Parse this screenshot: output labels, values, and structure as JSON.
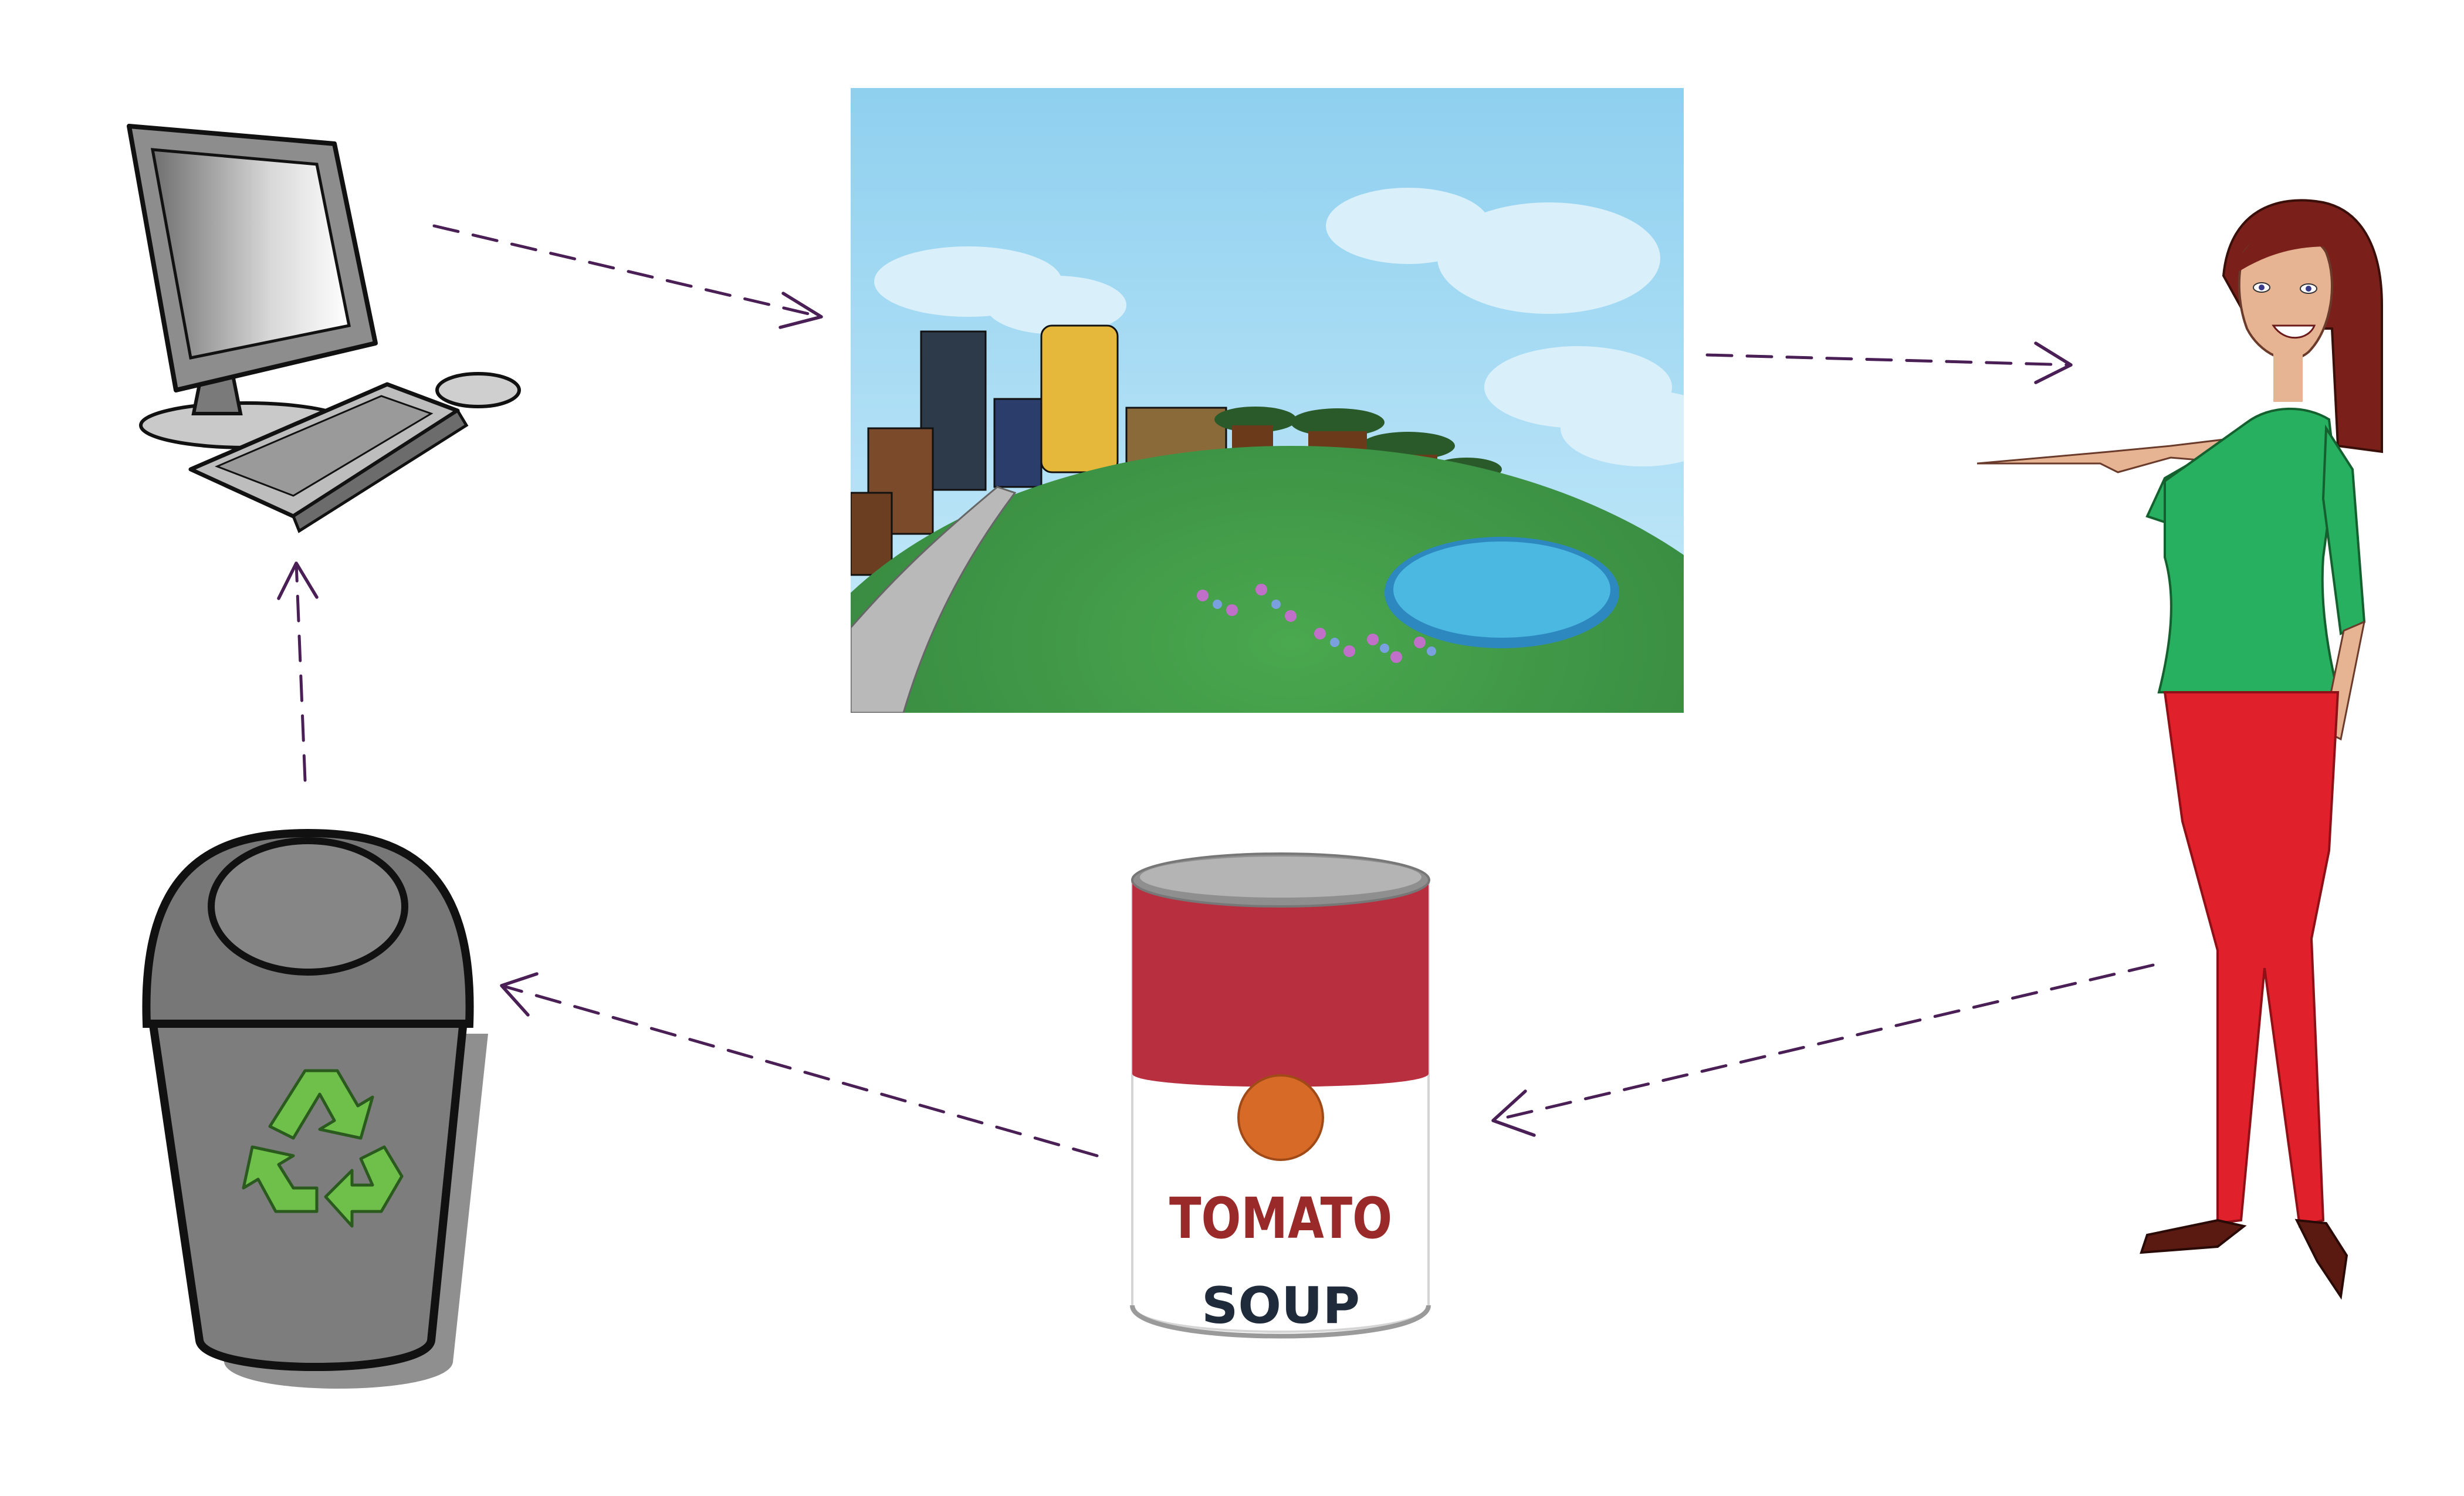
{
  "diagram": {
    "nodes": [
      {
        "id": "computer",
        "icon": "desktop-computer-icon"
      },
      {
        "id": "landscape",
        "icon": "city-landscape-picture"
      },
      {
        "id": "woman",
        "icon": "woman-presenting-figure"
      },
      {
        "id": "soup-can",
        "icon": "tomato-soup-can-icon"
      },
      {
        "id": "trash-can",
        "icon": "recycle-bin-icon"
      }
    ],
    "edges": [
      {
        "from": "computer",
        "to": "landscape"
      },
      {
        "from": "landscape",
        "to": "woman"
      },
      {
        "from": "woman",
        "to": "soup-can"
      },
      {
        "from": "soup-can",
        "to": "trash-can"
      },
      {
        "from": "trash-can",
        "to": "computer"
      }
    ]
  },
  "soup_can": {
    "line1": "TOMATO",
    "line2": "SOUP"
  },
  "colors": {
    "arrow": "#4a1f55",
    "can_red": "#b83040",
    "can_seal": "#d86a28",
    "tomato_text": "#9a2a2a",
    "soup_text": "#1f2a3a",
    "shirt": "#27b060",
    "pants": "#e0202a",
    "hair": "#7a1f1a",
    "recycle": "#6ec04a",
    "sky": "#a9dcf2",
    "grass": "#3f9a48",
    "pond": "#4ab8e0"
  }
}
